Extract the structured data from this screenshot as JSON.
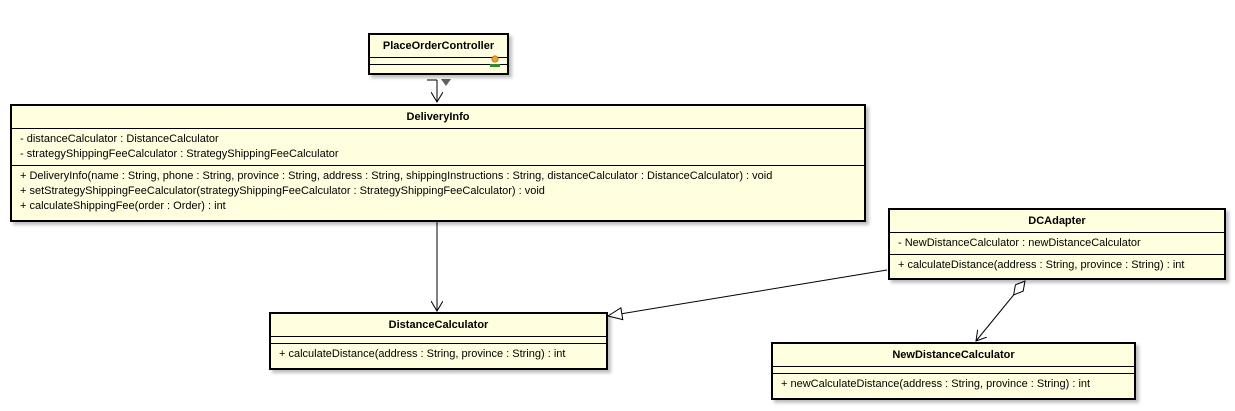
{
  "diagram": {
    "classes": {
      "place_order_controller": {
        "name": "PlaceOrderController",
        "attributes": [],
        "operations": []
      },
      "delivery_info": {
        "name": "DeliveryInfo",
        "attributes": [
          "- distanceCalculator : DistanceCalculator",
          "- strategyShippingFeeCalculator : StrategyShippingFeeCalculator"
        ],
        "operations": [
          "+ DeliveryInfo(name : String, phone : String, province : String, address : String, shippingInstructions : String, distanceCalculator : DistanceCalculator) : void",
          "+ setStrategyShippingFeeCalculator(strategyShippingFeeCalculator : StrategyShippingFeeCalculator) : void",
          "+ calculateShippingFee(order : Order) : int"
        ]
      },
      "distance_calculator": {
        "name": "DistanceCalculator",
        "attributes": [],
        "operations": [
          "+ calculateDistance(address : String, province : String) : int"
        ]
      },
      "dc_adapter": {
        "name": "DCAdapter",
        "attributes": [
          "- NewDistanceCalculator : newDistanceCalculator"
        ],
        "operations": [
          "+ calculateDistance(address : String, province : String) : int"
        ]
      },
      "new_distance_calculator": {
        "name": "NewDistanceCalculator",
        "attributes": [],
        "operations": [
          "+ newCalculateDistance(address : String, province : String) : int"
        ]
      }
    },
    "relationships": [
      {
        "type": "dependency",
        "from": "PlaceOrderController",
        "to": "DeliveryInfo"
      },
      {
        "type": "association",
        "from": "DeliveryInfo",
        "to": "DistanceCalculator"
      },
      {
        "type": "realization",
        "from": "DCAdapter",
        "to": "DistanceCalculator"
      },
      {
        "type": "aggregation",
        "from": "DCAdapter",
        "to": "NewDistanceCalculator"
      }
    ],
    "colors": {
      "class_fill": "#ffffe0",
      "border": "#000000",
      "icon_orange": "#f0a030",
      "icon_green": "#2e8b2e",
      "marker_gray": "#606060"
    },
    "icons": [
      "class-stereotype-icon",
      "visibility-marker-icon"
    ]
  }
}
